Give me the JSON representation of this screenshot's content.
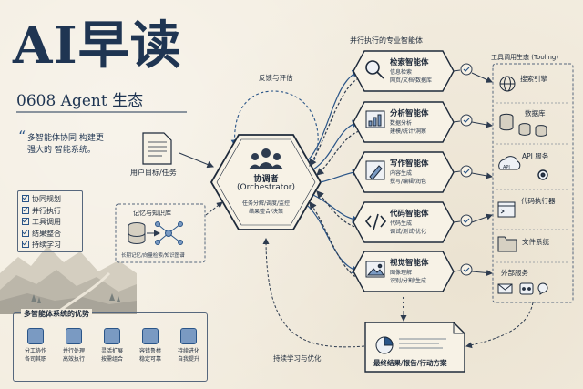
{
  "title": {
    "main": "AI早读",
    "sub": "0608 Agent 生态"
  },
  "quote": "多智能体协同 构建更强大的 智能系统。",
  "checklist": [
    "协同规划",
    "并行执行",
    "工具调用",
    "结果整合",
    "持续学习"
  ],
  "advantages": {
    "header": "多智能体系统的优势",
    "items": [
      {
        "line1": "分工协作",
        "line2": "各司其职"
      },
      {
        "line1": "并行处理",
        "line2": "高效执行"
      },
      {
        "line1": "灵活扩展",
        "line2": "按需组合"
      },
      {
        "line1": "容错鲁棒",
        "line2": "稳定可靠"
      },
      {
        "line1": "持续进化",
        "line2": "自我提升"
      }
    ]
  },
  "user_goal": "用户目标/任务",
  "feedback_label": "反馈与评估",
  "learning_label": "持续学习与优化",
  "memory": {
    "title": "记忆与知识库",
    "caption": "长期记忆/向量检索/知识图谱"
  },
  "orchestrator": {
    "name": "协调者",
    "name_en": "(Orchestrator)",
    "desc1": "任务分解/调度/监控",
    "desc2": "结果整合/决策"
  },
  "parallel_header": "并行执行的专业智能体",
  "agents": [
    {
      "name": "检索智能体",
      "l1": "信息检索",
      "l2": "网页/文档/数据库",
      "icon": "magnifier-icon"
    },
    {
      "name": "分析智能体",
      "l1": "数据分析",
      "l2": "建模/统计/洞察",
      "icon": "bar-chart-icon"
    },
    {
      "name": "写作智能体",
      "l1": "内容生成",
      "l2": "撰写/编辑/润色",
      "icon": "pencil-icon"
    },
    {
      "name": "代码智能体",
      "l1": "代码生成",
      "l2": "调试/测试/优化",
      "icon": "code-brackets-icon"
    },
    {
      "name": "视觉智能体",
      "l1": "图像理解",
      "l2": "识别/分割/生成",
      "icon": "image-icon"
    }
  ],
  "tooling": {
    "header": "工具调用生态 (Tooling)",
    "items": [
      "搜索引擎",
      "数据库",
      "API 服务",
      "代码执行器",
      "文件系统",
      "外部服务"
    ]
  },
  "final_result": "最终结果/报告/行动方案",
  "colors": {
    "accent": "#2a5588",
    "ink": "#1e2a3a",
    "paper": "#f3ede0"
  }
}
